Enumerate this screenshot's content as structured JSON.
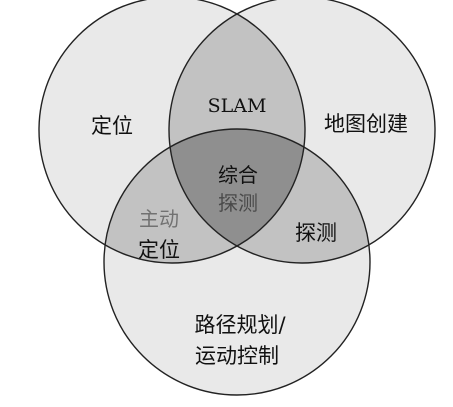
{
  "diagram": {
    "sets": {
      "top_left": "定位",
      "top_right": "地图创建",
      "bottom": "路径规划/\n运动控制"
    },
    "overlaps": {
      "top_left_and_top_right": "SLAM",
      "top_left_and_bottom": "定位",
      "top_left_and_bottom_prefix": "主动",
      "top_right_and_bottom": "探测",
      "all_three_line1": "综合",
      "all_three_line2": "探测"
    }
  },
  "colors": {
    "outline": "#222222",
    "single": "#e9e9e9",
    "double": "#c2c2c2",
    "triple": "#8f8f8f",
    "text": "#111111"
  }
}
